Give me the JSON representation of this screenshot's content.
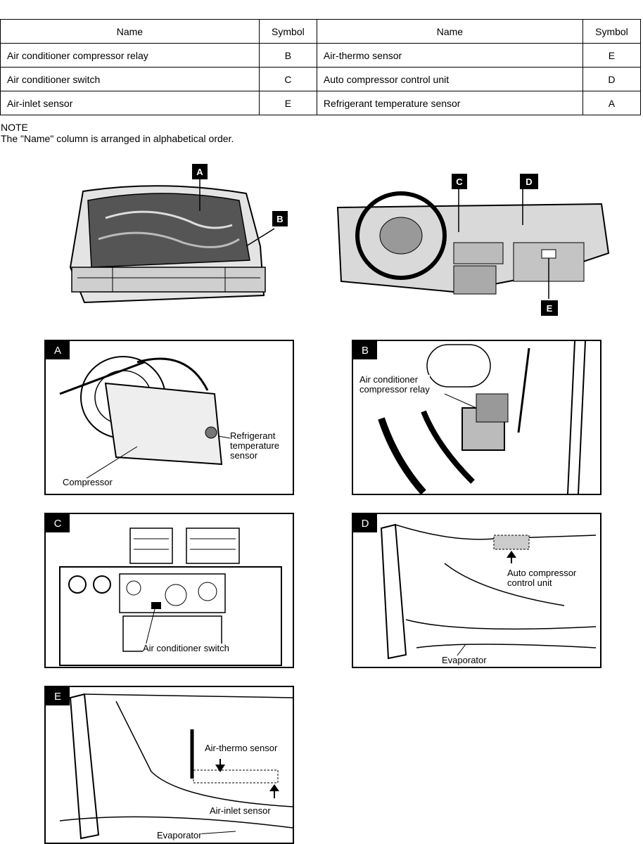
{
  "table": {
    "headers": [
      "Name",
      "Symbol",
      "Name",
      "Symbol"
    ],
    "rows": [
      [
        "Air conditioner compressor relay",
        "B",
        "Air-thermo sensor",
        "E"
      ],
      [
        "Air conditioner switch",
        "C",
        "Auto compressor control unit",
        "D"
      ],
      [
        "Air-inlet sensor",
        "E",
        "Refrigerant temperature sensor",
        "A"
      ]
    ]
  },
  "note": {
    "title": "NOTE",
    "text": "The \"Name\" column is arranged in alphabetical order."
  },
  "overview": {
    "engine_labels": [
      "A",
      "B"
    ],
    "dash_labels": [
      "C",
      "D",
      "E"
    ]
  },
  "panels": {
    "A": {
      "tag": "A",
      "callouts": [
        "Refrigerant\ntemperature\nsensor",
        "Compressor"
      ]
    },
    "B": {
      "tag": "B",
      "callouts": [
        "Air conditioner\ncompressor relay"
      ]
    },
    "C": {
      "tag": "C",
      "callouts": [
        "Air conditioner switch"
      ]
    },
    "D": {
      "tag": "D",
      "callouts": [
        "Auto compressor\ncontrol unit",
        "Evaporator"
      ]
    },
    "E": {
      "tag": "E",
      "callouts": [
        "Air-thermo sensor",
        "Air-inlet sensor",
        "Evaporator"
      ]
    }
  }
}
